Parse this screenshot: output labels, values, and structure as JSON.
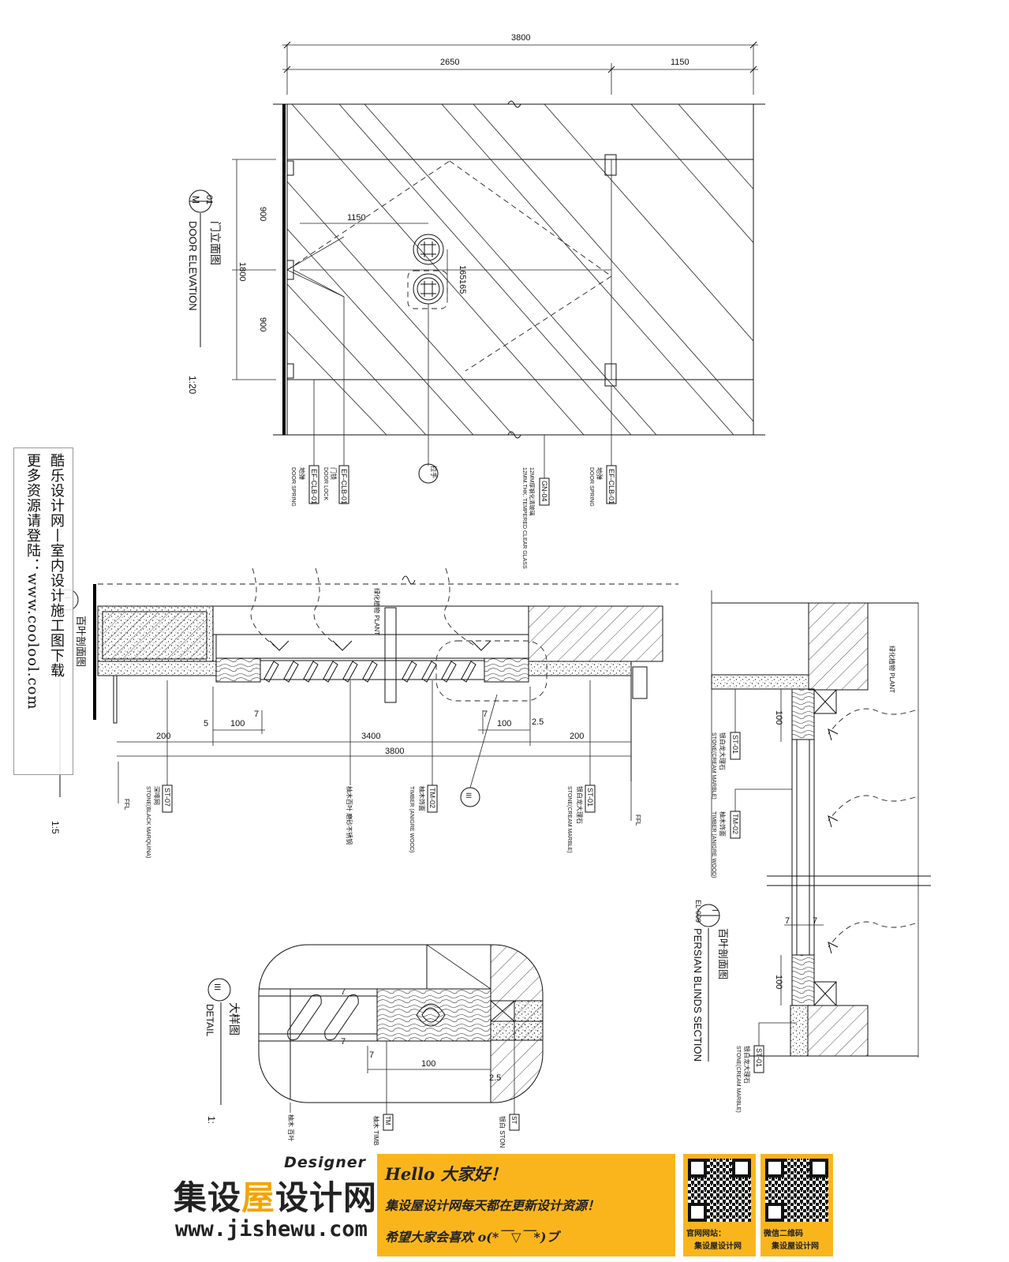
{
  "elevation": {
    "title_cn": "门立面图",
    "title_en": "DOOR ELEVATION",
    "ref_top": "01",
    "ref_bottom": "M",
    "scale": "1:20",
    "dims": {
      "overall": "3800",
      "left": "2650",
      "right": "1150",
      "h_total": "1800",
      "h_upper": "900",
      "h_lower": "900",
      "handle_off": "1150",
      "handle_a": "165",
      "handle_b": "165"
    },
    "callouts": [
      {
        "code": "EF-CLB-01",
        "cn": "地弹",
        "en": "DOOR SPRING"
      },
      {
        "code": "EF-CLB-01",
        "cn": "门锁",
        "en": "DOOR LOCK"
      },
      {
        "code": "GN-04",
        "cn": "12MM厚钢化清玻璃",
        "en": "12MM.THK. TEMPERED CLEAR GLASS"
      },
      {
        "code": "EF-CLB-01",
        "cn": "地弹",
        "en": "DOOR SPRING"
      }
    ],
    "handle_tag": "拉手"
  },
  "plan": {
    "title_cn": "百叶剖面图",
    "title_en": "PERSIAN BLINDS SECTION",
    "ref": "I",
    "scale": "1:5",
    "plant_label": "绿化植物 PLANT",
    "dims": {
      "d5": "5",
      "d100a": "100",
      "d7a": "7",
      "d200a": "200",
      "d3400": "3400",
      "d3800": "3800",
      "d7b": "7",
      "d100b": "100",
      "d25": "2.5",
      "d200b": "200"
    },
    "ffl": "FFL",
    "callouts": [
      {
        "code": "ST-07",
        "cn": "深啡网",
        "en": "STONE(BLACK MARQUINA)"
      },
      {
        "code": "",
        "cn": "柚木百叶 磨砂不锈钢",
        "en": ""
      },
      {
        "code": "TM-02",
        "cn": "柚木饰面",
        "en": "TIMBER (ANIGRE WOOD)"
      },
      {
        "code": "ST-01",
        "cn": "银白龙大理石",
        "en": "STONE(CREAM MARBLE)"
      }
    ],
    "detail_ref": "III"
  },
  "section": {
    "title_cn": "百叶剖面图",
    "title_en": "PERSIAN BLINDS SECTION",
    "ref": "I",
    "sheet": "EL-009",
    "plant_label": "绿化植物 PLANT",
    "dims": {
      "d100a": "100",
      "d7a": "7",
      "d7b": "7",
      "d100b": "100"
    },
    "callouts": [
      {
        "code": "ST-01",
        "cn": "银白龙大理石",
        "en": "STONE(CREAM MARBLE)"
      },
      {
        "code": "TM-02",
        "cn": "柚木饰面",
        "en": "TIMBER (ANIGRE WOOD)"
      },
      {
        "code": "ST-01",
        "cn": "银白龙大理石",
        "en": "STONE(CREAM MARBLE)"
      }
    ]
  },
  "detail": {
    "title_cn": "大样图",
    "title_en": "DETAIL",
    "ref": "III",
    "scale": "1:",
    "dims": {
      "d7a": "7",
      "d7b": "7",
      "d7c": "7",
      "d100": "100",
      "d25": "2.5"
    },
    "callouts": [
      {
        "code": "",
        "cn": "柚木 百叶"
      },
      {
        "code": "TM",
        "cn": "柚木 TIMB"
      },
      {
        "code": "ST",
        "cn": "银白 STON"
      }
    ]
  },
  "watermark": {
    "line1": "酷乐设计网丨室内设计施工图下载",
    "line2": "更多资源请登陆：www.coolool.com"
  },
  "banner": {
    "designer": "Designer",
    "brand_a": "集设",
    "brand_b": "屋",
    "brand_c": "设计网",
    "url": "www.jishewu.com",
    "hello": "Hello 大家好！",
    "line2": "集设屋设计网每天都在更新设计资源！",
    "line3": "希望大家会喜欢 o(*￣▽￣*)ブ",
    "qr1_cap1": "官网网站：",
    "qr1_cap2": "集设屋设计网",
    "qr2_cap1": "微信二维码",
    "qr2_cap2": "集设屋设计网"
  },
  "colors": {
    "banner": "#fbb51c",
    "accent": "#f5a400",
    "ink": "#111111"
  }
}
